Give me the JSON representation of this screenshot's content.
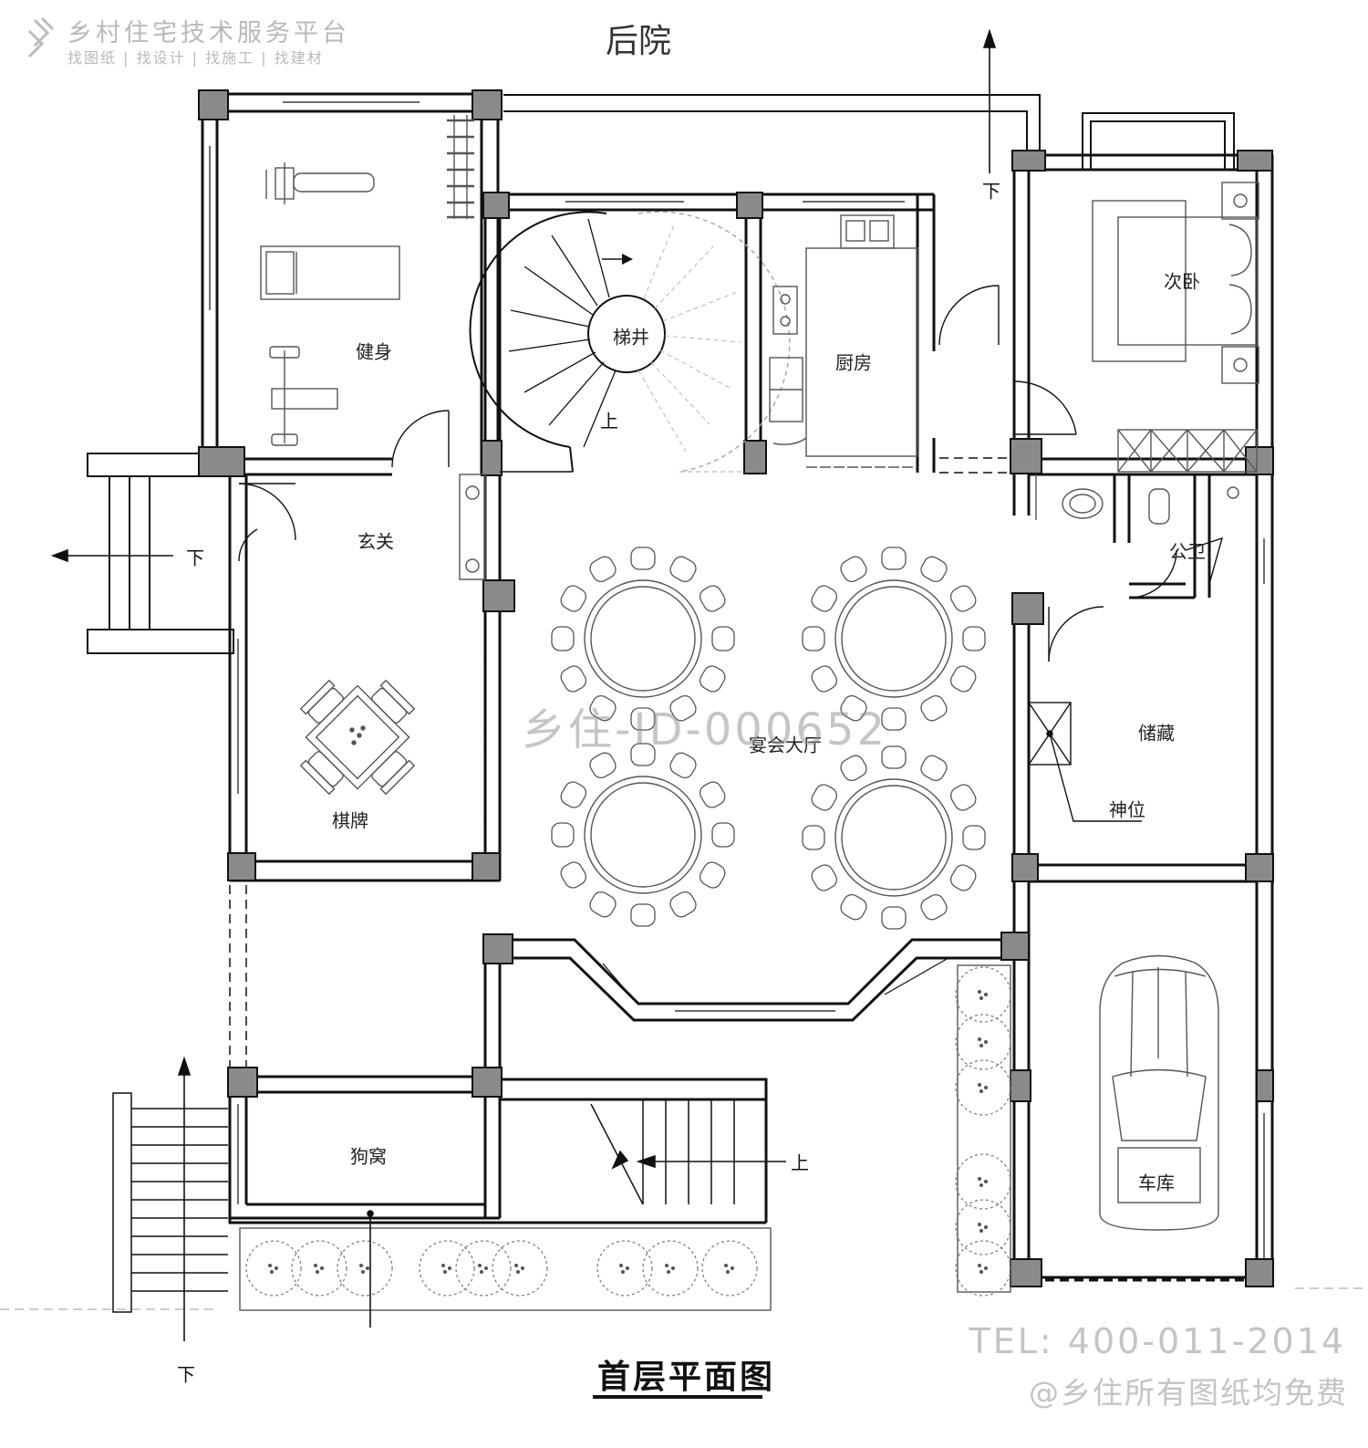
{
  "brand": {
    "name": "乡村住宅技术服务平台",
    "tagline": "找图纸 | 找设计 | 找施工 | 找建材",
    "logo_icon": "xiangzhu-logo-icon"
  },
  "backyard_label": "后院",
  "drawing_title": "首层平面图",
  "watermark": "乡住-ID-000652",
  "contact": {
    "tel": "TEL: 400-011-2014",
    "copyright": "@乡住所有图纸均免费"
  },
  "rooms": {
    "gym": "健身",
    "stairwell": "梯井",
    "kitchen": "厨房",
    "second_bedroom": "次卧",
    "foyer": "玄关",
    "banquet_hall": "宴会大厅",
    "card_room": "棋牌",
    "storage": "储藏",
    "shrine": "神位",
    "public_wc": "公卫",
    "garage": "车库",
    "dog_kennel": "狗窝"
  },
  "stair_marks": {
    "up": "上",
    "down": "下"
  },
  "colors": {
    "wall": "#111111",
    "column": "#8a8a8a",
    "furniture_line": "#555555",
    "faint_line": "#bbbbbb",
    "watermark": "#b9b9b9"
  }
}
